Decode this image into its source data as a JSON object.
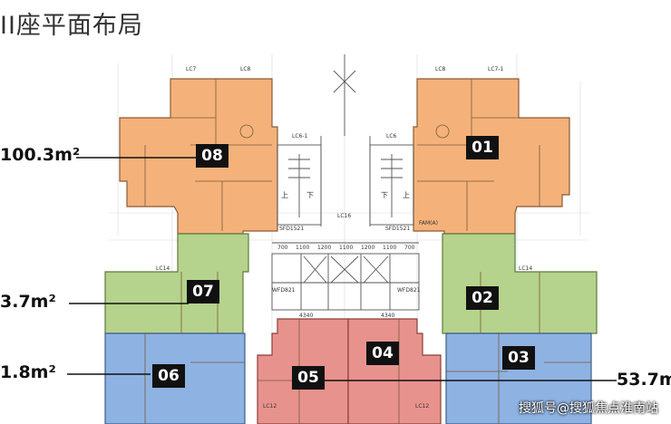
{
  "title": "II座平面布局",
  "areas": {
    "unit08": "100.3m²",
    "unit07": "3.7m²",
    "unit06": "1.8m²",
    "unit05": "53.7m"
  },
  "units": [
    "08",
    "01",
    "07",
    "02",
    "06",
    "03",
    "04",
    "05"
  ],
  "labels": {
    "lc7": "LC7",
    "lc8": "LC8",
    "lc8r": "LC8",
    "lc7r": "LC7-1",
    "lc6a": "LC6-1",
    "lc6b": "LC6",
    "lc16": "LC16",
    "lc14a": "LC14",
    "lc14b": "LC14",
    "lc12a": "LC12",
    "lc12b": "LC12",
    "sfd1": "SFD1521",
    "sfd2": "SFD1521",
    "fam": "FAM(A)",
    "up1": "上",
    "down1": "下",
    "up2": "上",
    "down2": "下",
    "wfd1": "WFD821",
    "wfd2": "WFD821",
    "d1": "700",
    "d2": "1100",
    "d3": "1200",
    "d4": "1100",
    "d5": "1200",
    "d6": "1100",
    "d7": "700",
    "d8": "4340",
    "d9": "4340"
  },
  "colors": {
    "orange": "#f4b27a",
    "green": "#b5d38c",
    "blue": "#8eb2e2",
    "red": "#e8928e"
  },
  "watermark": "搜狐号@搜狐焦点淮南站"
}
